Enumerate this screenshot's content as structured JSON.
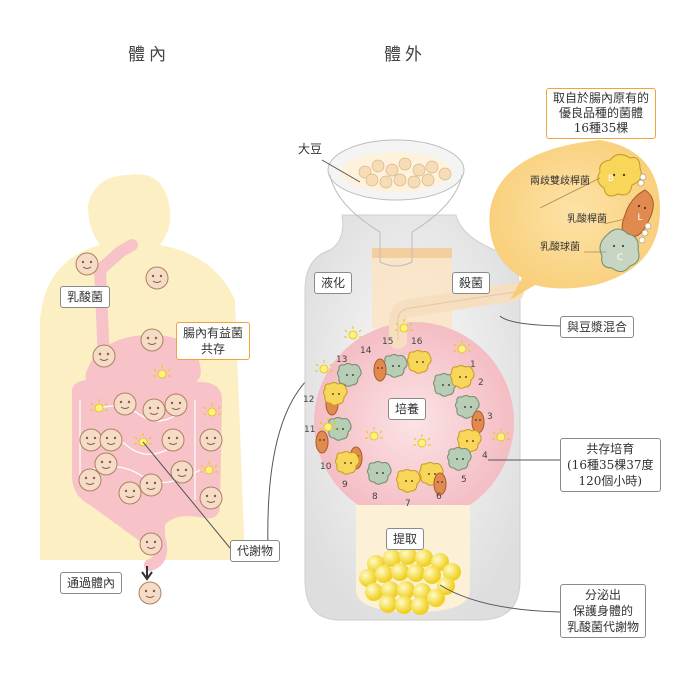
{
  "titles": {
    "in_body": "體內",
    "out_body": "體外"
  },
  "labels": {
    "lactic_bacteria": "乳酸菌",
    "coexist_gut": "腸內有益菌\n共存",
    "metabolite": "代謝物",
    "pass_body": "通過體內",
    "soybean": "大豆",
    "liquefy": "液化",
    "sterilize": "殺菌",
    "mix_soymilk": "與豆漿混合",
    "culture": "培養",
    "coculture": "共存培育\n(16種35棵37度\n120個小時)",
    "extract": "提取",
    "secrete": "分泌出\n保護身體的\n乳酸菌代謝物",
    "bubble_title": "取自於腸內原有的\n優良品種的菌體\n16種35棵",
    "bifido": "兩歧雙歧桿菌",
    "lacto_bacillus": "乳酸桿菌",
    "lacto_coccus": "乳酸球菌"
  },
  "bacteria_letters": {
    "bifido": "B",
    "lacto": "L",
    "coccus": "C"
  },
  "ring_numbers": [
    "1",
    "2",
    "3",
    "4",
    "5",
    "6",
    "7",
    "8",
    "9",
    "10",
    "11",
    "12",
    "13",
    "14",
    "15",
    "16"
  ],
  "colors": {
    "body": "#fcefc4",
    "gut": "#f7c3c8",
    "gut_line": "#ffffff",
    "face": "#f5dcc7",
    "face_line": "#b08060",
    "orange": "#f2a23a",
    "yellow_bact": "#f7d65a",
    "green_bact": "#b8cdb5",
    "brown_bact": "#e08a50",
    "jar": "#eeeeee",
    "pink": "#f7d3d6",
    "metabolite": "#f7e34c"
  }
}
